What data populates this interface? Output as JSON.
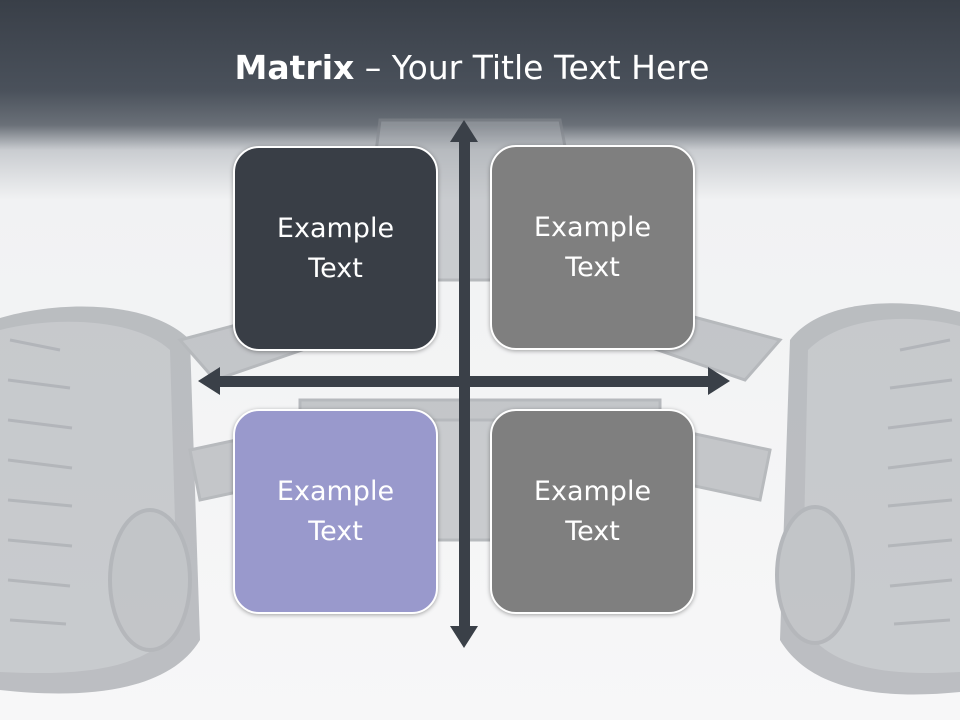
{
  "slide": {
    "title_bold": "Matrix",
    "title_rest": " – Your Title Text Here"
  },
  "matrix": {
    "top_left": "Example Text",
    "top_right": "Example Text",
    "bottom_left": "Example Text",
    "bottom_right": "Example Text"
  },
  "colors": {
    "header": "#393f48",
    "axis": "#3a4048",
    "box_top_left": "#393e46",
    "box_top_right": "#7f7f7f",
    "box_bottom_left": "#9999cc",
    "box_bottom_right": "#7f7f7f",
    "box_border": "#ffffff"
  },
  "icons": {
    "axis_arrows": "double-headed-arrow-icon"
  }
}
